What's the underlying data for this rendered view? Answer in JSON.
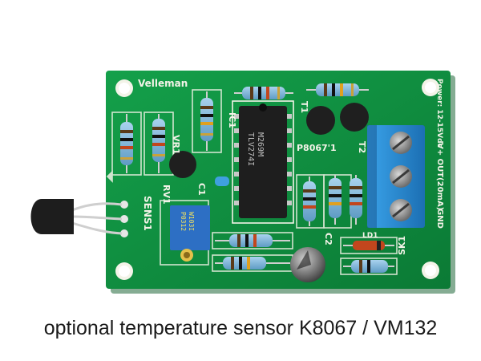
{
  "caption": "optional temperature sensor K8067 / VM132",
  "board_labels": {
    "brand": "Velleman",
    "model": "P8067'1",
    "power": "Power: 12-15Vdc",
    "output": "V+ OUT(20mA)",
    "gnd": "GND",
    "terminal": "SK1",
    "sensor": "SENS1",
    "ic": "IC1",
    "ic_part_1": "M269M",
    "ic_part_2": "TLV274I",
    "vr": "VR1",
    "rv": "RV1",
    "c1": "C1",
    "c2": "C2",
    "t1": "T1",
    "t2": "T2",
    "trim_code_1": "W103I",
    "trim_code_2": "P0312",
    "ld": "LD1"
  },
  "colors": {
    "pcb": "#0f8a3e",
    "silkscreen": "#f3f3e8",
    "terminal_block": "#2a8fd6",
    "resistor_body": "#7fb6d9",
    "background": "#ffffff"
  }
}
